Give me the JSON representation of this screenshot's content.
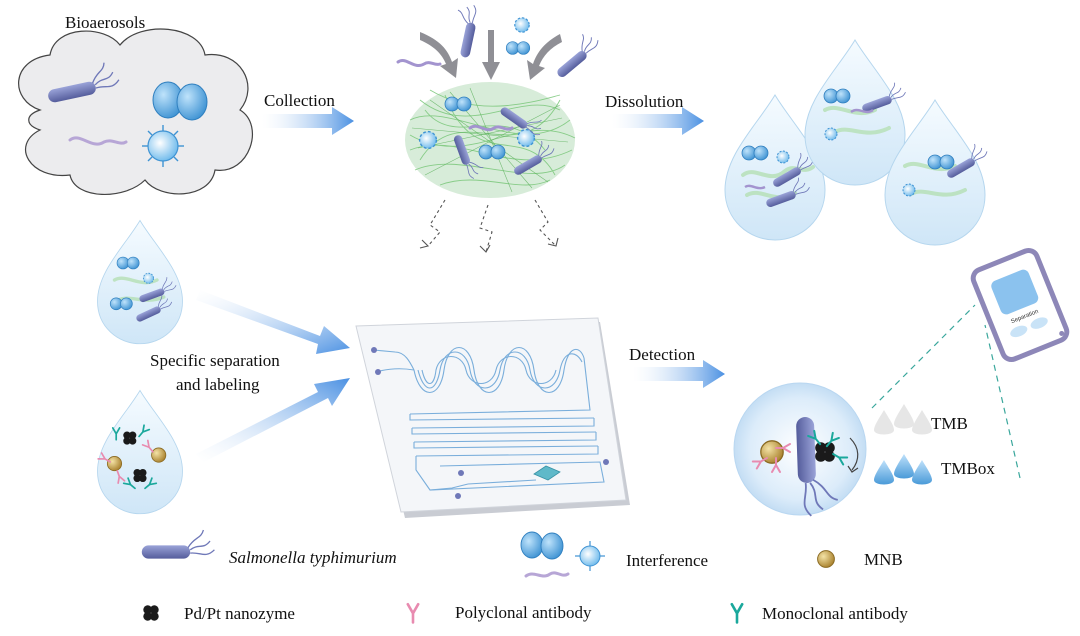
{
  "labels": {
    "bioaerosols": "Bioaerosols",
    "collection": "Collection",
    "dissolution": "Dissolution",
    "separation_line1": "Specific separation",
    "separation_line2": "and labeling",
    "detection": "Detection",
    "tmb": "TMB",
    "tmbox": "TMBox",
    "phone_screen_text": "Separation"
  },
  "legend": {
    "salmonella": "Salmonella typhimurium",
    "interference": "Interference",
    "mnb": "MNB",
    "nanozyme": "Pd/Pt nanozyme",
    "polyclonal": "Polyclonal antibody",
    "monoclonal": "Monoclonal antibody"
  },
  "colors": {
    "arrow": "#4a90e2",
    "drop_fill": "#e3f1fb",
    "bacterium": "#6f78b8",
    "cocci": "#5aa9de",
    "virus": "#7ec4ee",
    "fiber": "#7fc97f",
    "mnb": "#c9a24a",
    "nanozyme": "#1a1a1a",
    "polyclonal": "#e88bb0",
    "monoclonal": "#1aa89c",
    "chip": "#f4f6f9",
    "channel": "#7aaedb",
    "phone_frame": "#8d87b8"
  }
}
